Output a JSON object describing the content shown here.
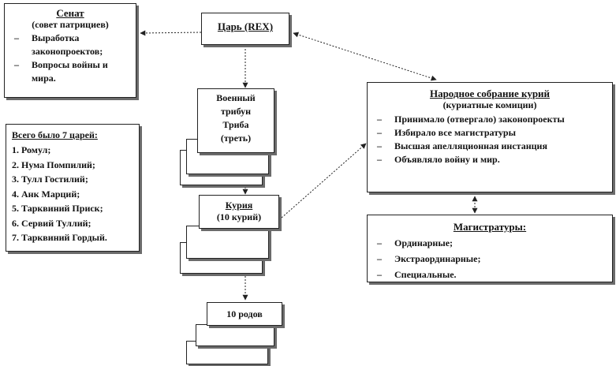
{
  "senate": {
    "title": "Сенат",
    "subtitle": "(совет патрициев)",
    "items": [
      "Выработка законопроектов;",
      "Вопросы войны и мира."
    ]
  },
  "king": {
    "title": "Царь (REX)"
  },
  "tribune": {
    "lines": [
      "Военный",
      "трибун",
      "Триба",
      "(треть)"
    ]
  },
  "kings_list": {
    "title": "Всего было 7 царей:",
    "items": [
      "1. Ромул;",
      "2. Нума Помпилий;",
      "3. Тулл Гостилий;",
      "4. Анк Марций;",
      "5. Тарквиний Приск;",
      "6. Сервий Туллий;",
      "7. Тарквиний Гордый."
    ]
  },
  "curia": {
    "title": "Курия",
    "subtitle": "(10 курий)"
  },
  "clans": {
    "title": "10 родов"
  },
  "assembly": {
    "title": "Народное собрание курий",
    "subtitle": "(куриатные комиции)",
    "items": [
      "Принимало (отвергало) законопроекты",
      "Избирало все магистратуры",
      "Высшая апелляционная инстанция",
      "Объявляло войну и мир."
    ]
  },
  "magistrates": {
    "title": "Магистратуры:",
    "items": [
      "Ординарные;",
      "Экстраординарные;",
      "Специальные."
    ]
  },
  "colors": {
    "line": "#222222",
    "shadow": "#6b6b6b"
  }
}
